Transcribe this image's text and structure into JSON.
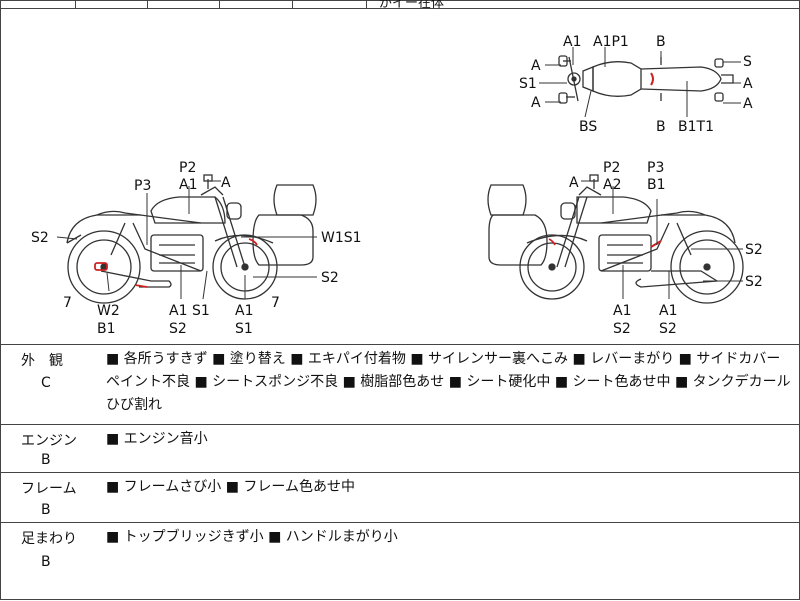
{
  "header": {
    "cut_text": "がイー在体"
  },
  "diagram": {
    "top_view": {
      "labels": {
        "a1": "A1",
        "a1p1": "A1P1",
        "b_top": "B",
        "a_left_top": "A",
        "s1": "S1",
        "a_left_bottom": "A",
        "bs": "BS",
        "b_bottom": "B",
        "b1t1": "B1T1",
        "s_right": "S",
        "a_right_mid": "A",
        "a_right_bottom": "A"
      }
    },
    "left_side_view": {
      "labels": {
        "p2": "P2",
        "a1": "A1",
        "a": "A",
        "p3": "P3",
        "s2": "S2",
        "w1s1": "W1S1",
        "s2_right": "S2",
        "num_left": "7",
        "num_right": "7",
        "w2": "W2",
        "b1": "B1",
        "a1_low": "A1",
        "s1_low": "S1",
        "s2_low": "S2",
        "a1_low_right": "A1",
        "s1_low_right": "S1"
      }
    },
    "right_side_view": {
      "labels": {
        "p2": "P2",
        "p3": "P3",
        "a": "A",
        "a2": "A2",
        "b1": "B1",
        "s2_upper": "S2",
        "s2_lower": "S2",
        "a1_left": "A1",
        "s2_left": "S2",
        "a1_right": "A1",
        "s2_right": "S2"
      }
    }
  },
  "inspection": [
    {
      "category": "外　観",
      "grade": "C",
      "description": "■ 各所うすきず ■ 塗り替え ■ エキパイ付着物 ■ サイレンサー裏へこみ ■ レバーまがり ■ サイドカバーペイント不良 ■ シートスポンジ不良 ■ 樹脂部色あせ ■ シート硬化中 ■ シート色あせ中 ■ タンクデカールひび割れ"
    },
    {
      "category": "エンジン",
      "grade": "B",
      "description": "■ エンジン音小"
    },
    {
      "category": "フレーム",
      "grade": "B",
      "description": "■ フレームさび小 ■ フレーム色あせ中"
    },
    {
      "category": "足まわり",
      "grade": "B",
      "description": "■ トップブリッジきず小 ■ ハンドルまがり小"
    }
  ],
  "colors": {
    "line": "#333333",
    "damage_mark": "#cc2222"
  }
}
